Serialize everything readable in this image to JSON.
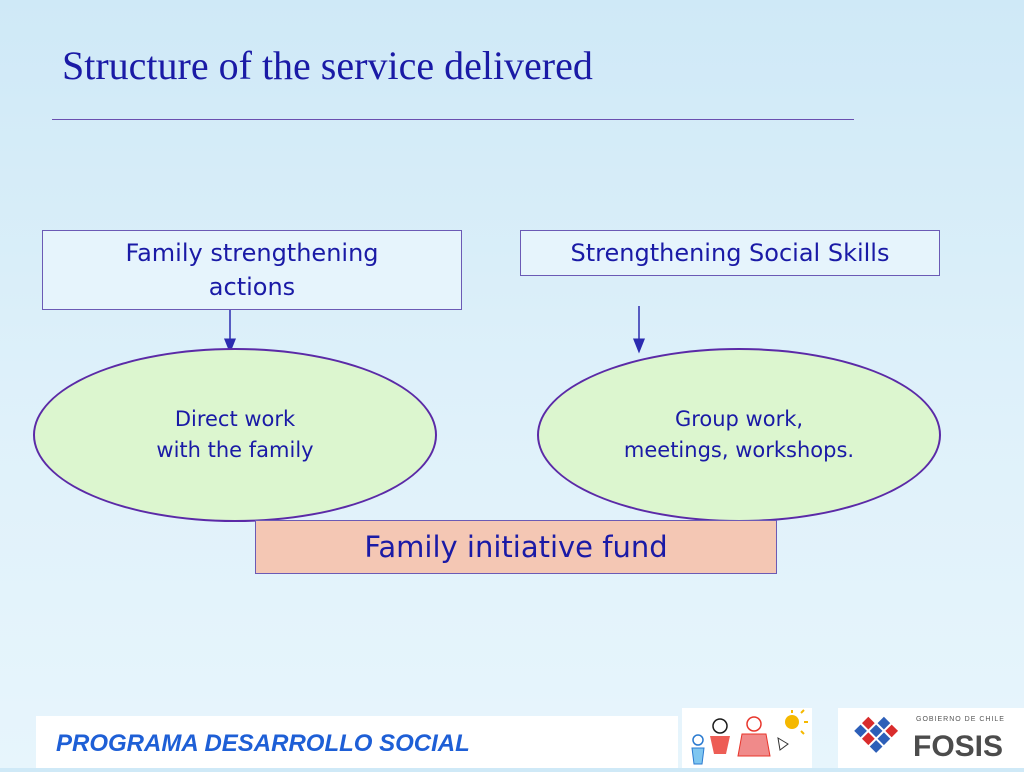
{
  "title": "Structure of the service delivered",
  "boxes": {
    "left": {
      "line1": "Family strengthening",
      "line2": "actions"
    },
    "right": "Strengthening Social Skills"
  },
  "ovals": {
    "left": {
      "line1": "Direct work",
      "line2": "with the family"
    },
    "right": {
      "line1": "Group work,",
      "line2": "meetings, workshops."
    }
  },
  "fund": "Family initiative fund",
  "footer": {
    "program": "PROGRAMA DESARROLLO SOCIAL",
    "fosis_logo": {
      "heading": "GOBIERNO DE CHILE",
      "wordmark": "FOSIS"
    }
  },
  "colors": {
    "text": "#1a1aa6",
    "box_fill": "#e6f4fc",
    "oval_fill": "#dcf6cf",
    "oval_border": "#5b2aa7",
    "fund_fill": "#f4c7b4",
    "footer_text": "#1e5fd6"
  }
}
